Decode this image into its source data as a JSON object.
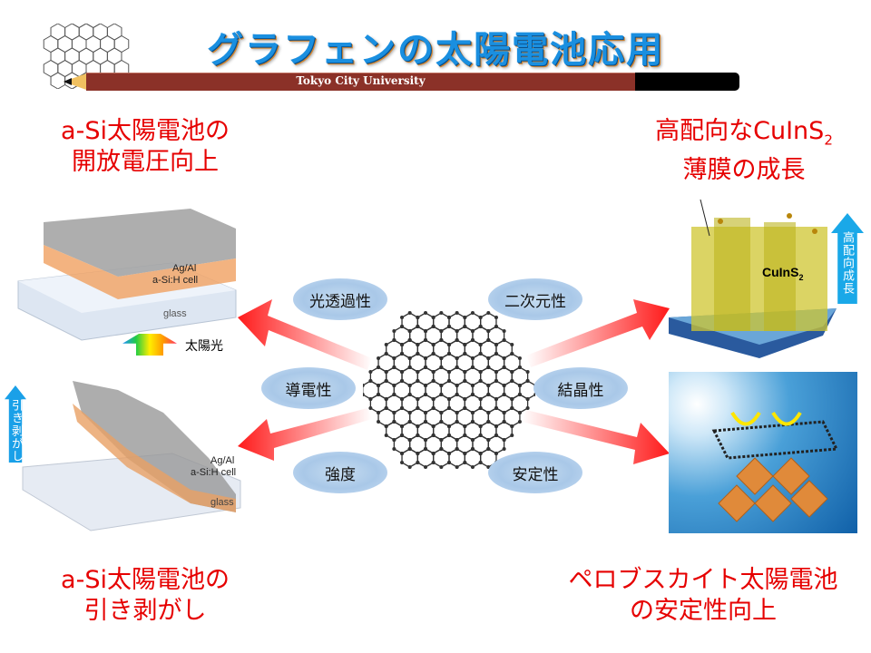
{
  "title": "グラフェンの太陽電池応用",
  "banner": "Tokyo City University",
  "headings": {
    "top_left": [
      "a-Si太陽電池の",
      "開放電圧向上"
    ],
    "top_right": [
      "高配向なCuInS",
      "2",
      "薄膜の成長"
    ],
    "bottom_left": [
      "a-Si太陽電池の",
      "引き剥がし"
    ],
    "bottom_right": [
      "ペロブスカイト太陽電池",
      "の安定性向上"
    ]
  },
  "properties": [
    "光透過性",
    "二次元性",
    "導電性",
    "結晶性",
    "強度",
    "安定性"
  ],
  "figure_labels": {
    "ag_al": "Ag/Al",
    "asih": "a-Si:H cell",
    "glass": "glass",
    "sunlight": "太陽光",
    "peel": "引き剥がし",
    "cuins": "CuInS",
    "cuins_sub": "2",
    "orientation": "高配向成長"
  },
  "colors": {
    "heading": "#e60000",
    "title": "#1a8fe0",
    "arrow": "#ff1a1a",
    "pencil": "#8b3128"
  }
}
